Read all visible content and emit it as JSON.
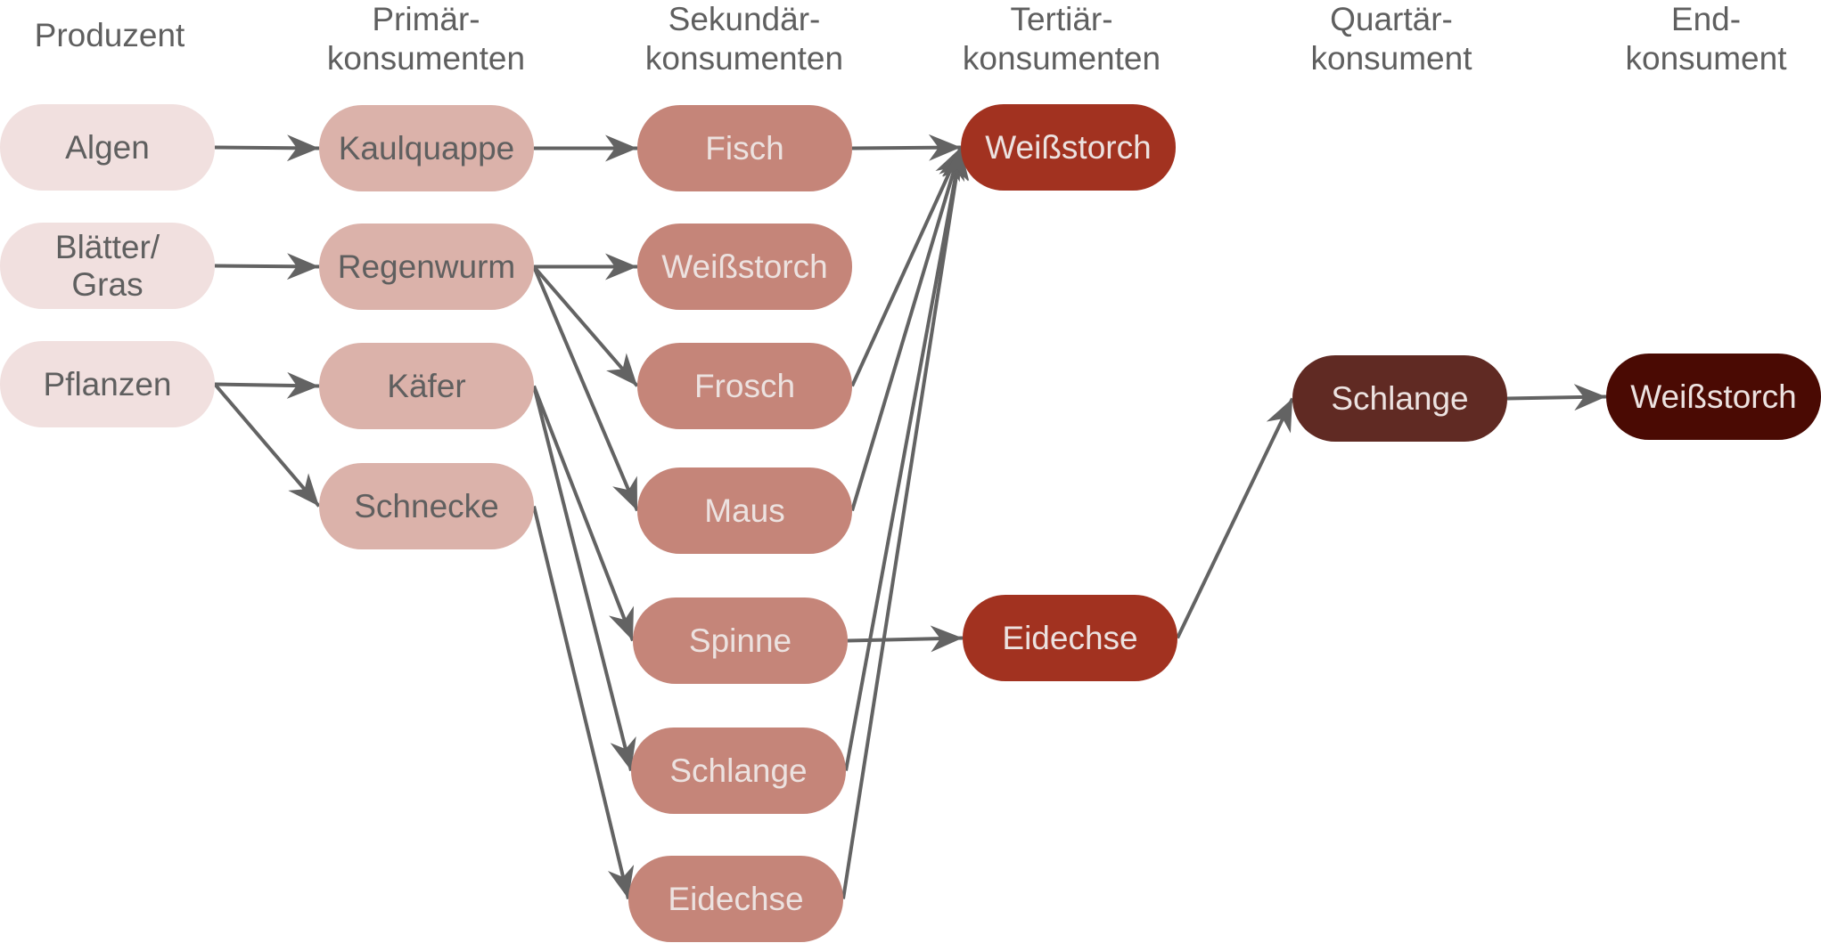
{
  "diagram": {
    "type": "food-web",
    "arrow_color": "#636363",
    "columns": [
      {
        "id": "c0",
        "label": "Produzent",
        "color": "#f1e0df"
      },
      {
        "id": "c1",
        "label": "Primär-\nkonsumenten",
        "color": "#dbb2aa"
      },
      {
        "id": "c2",
        "label": "Sekundär-\nkonsumenten",
        "color": "#c58579"
      },
      {
        "id": "c3",
        "label": "Tertiär-\nkonsumenten",
        "color": "#a23220"
      },
      {
        "id": "c4",
        "label": "Quartär-\nkonsument",
        "color": "#602a23"
      },
      {
        "id": "c5",
        "label": "End-\nkonsument",
        "color": "#4a0a03"
      }
    ],
    "nodes": [
      {
        "id": "algen",
        "label": "Algen",
        "level": 0
      },
      {
        "id": "blaetter",
        "label": "Blätter/\nGras",
        "level": 0
      },
      {
        "id": "pflanzen",
        "label": "Pflanzen",
        "level": 0
      },
      {
        "id": "kaulquappe",
        "label": "Kaulquappe",
        "level": 1
      },
      {
        "id": "regenwurm",
        "label": "Regenwurm",
        "level": 1
      },
      {
        "id": "kaefer",
        "label": "Käfer",
        "level": 1
      },
      {
        "id": "schnecke",
        "label": "Schnecke",
        "level": 1
      },
      {
        "id": "fisch",
        "label": "Fisch",
        "level": 2
      },
      {
        "id": "weissstorch2",
        "label": "Weißstorch",
        "level": 2
      },
      {
        "id": "frosch",
        "label": "Frosch",
        "level": 2
      },
      {
        "id": "maus",
        "label": "Maus",
        "level": 2
      },
      {
        "id": "spinne",
        "label": "Spinne",
        "level": 2
      },
      {
        "id": "schlange2",
        "label": "Schlange",
        "level": 2
      },
      {
        "id": "eidechse2",
        "label": "Eidechse",
        "level": 2
      },
      {
        "id": "weissstorch3",
        "label": "Weißstorch",
        "level": 3
      },
      {
        "id": "eidechse3",
        "label": "Eidechse",
        "level": 3
      },
      {
        "id": "schlange4",
        "label": "Schlange",
        "level": 4
      },
      {
        "id": "weissstorch5",
        "label": "Weißstorch",
        "level": 5
      }
    ],
    "edges": [
      {
        "from": "algen",
        "to": "kaulquappe"
      },
      {
        "from": "blaetter",
        "to": "regenwurm"
      },
      {
        "from": "pflanzen",
        "to": "kaefer"
      },
      {
        "from": "pflanzen",
        "to": "schnecke"
      },
      {
        "from": "kaulquappe",
        "to": "fisch"
      },
      {
        "from": "regenwurm",
        "to": "weissstorch2"
      },
      {
        "from": "regenwurm",
        "to": "frosch"
      },
      {
        "from": "regenwurm",
        "to": "maus"
      },
      {
        "from": "kaefer",
        "to": "spinne"
      },
      {
        "from": "kaefer",
        "to": "schlange2"
      },
      {
        "from": "schnecke",
        "to": "eidechse2"
      },
      {
        "from": "fisch",
        "to": "weissstorch3"
      },
      {
        "from": "frosch",
        "to": "weissstorch3"
      },
      {
        "from": "maus",
        "to": "weissstorch3"
      },
      {
        "from": "schlange2",
        "to": "weissstorch3"
      },
      {
        "from": "eidechse2",
        "to": "weissstorch3"
      },
      {
        "from": "spinne",
        "to": "eidechse3"
      },
      {
        "from": "eidechse3",
        "to": "schlange4"
      },
      {
        "from": "schlange4",
        "to": "weissstorch5"
      }
    ]
  }
}
